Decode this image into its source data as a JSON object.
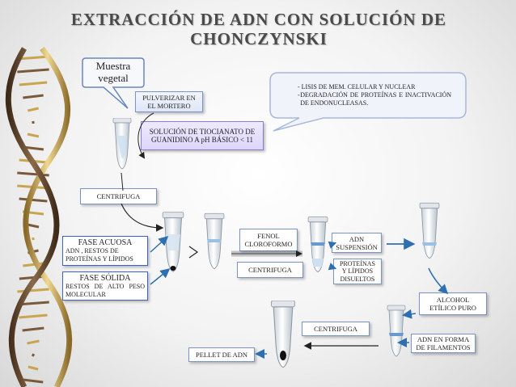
{
  "title": {
    "line1": "EXTRACCIÓN DE ADN CON SOLUCIÓN DE",
    "line2": "CHONCZYNSKI"
  },
  "muestra": {
    "line1": "Muestra",
    "line2": "vegetal"
  },
  "lisis": {
    "item1": "LISIS DE MEM. CELULAR Y NUCLEAR",
    "item2": "DEGRADACIÓN DE PROTEÍNAS E INACTIVACIÓN DE ENDONUCLEASAS."
  },
  "pulverizar": {
    "line1": "PULVERIZAR EN",
    "line2": "EL MORTERO"
  },
  "solucion": {
    "line1": "SOLUCIÓN DE TIOCIANATO DE",
    "line2": "GUANIDINO A pH BÁSICO < 11"
  },
  "centrifuga1": "CENTRIFUGA",
  "fase_acuosa": {
    "title": "FASE ACUOSA",
    "body": "ADN , RESTOS DE PROTEÍNAS Y LÍPIDOS"
  },
  "fase_solida": {
    "title": "FASE SÓLIDA",
    "body": "RESTOS DE ALTO PESO MOLECULAR"
  },
  "fenol": {
    "line1": "FENOL",
    "line2": "CLOROFORMO"
  },
  "centrifuga2": "CENTRIFUGA",
  "adn_suspension": {
    "line1": "ADN",
    "line2": "SUSPENSIÓN"
  },
  "proteinas": {
    "line1": "PROTEÍNAS",
    "line2": "Y LÍPIDOS",
    "line3": "DISUELTOS"
  },
  "alcohol": {
    "line1": "ALCOHOL",
    "line2": "ETÍLICO PURO"
  },
  "centrifuga3": "CENTRIFUGA",
  "adn_forma": {
    "line1": "ADN EN FORMA",
    "line2": "DE FILAMENTOS"
  },
  "pellet": "PELLET DE ADN",
  "colors": {
    "title": "#4a4a4a",
    "border": "#7a94c8",
    "arrow": "#2d6fb0",
    "dna_dark": "#6b4a2a",
    "dna_gold": "#d8b45a"
  },
  "icons": [
    "dna-helix",
    "eppendorf-tube",
    "arrow"
  ]
}
